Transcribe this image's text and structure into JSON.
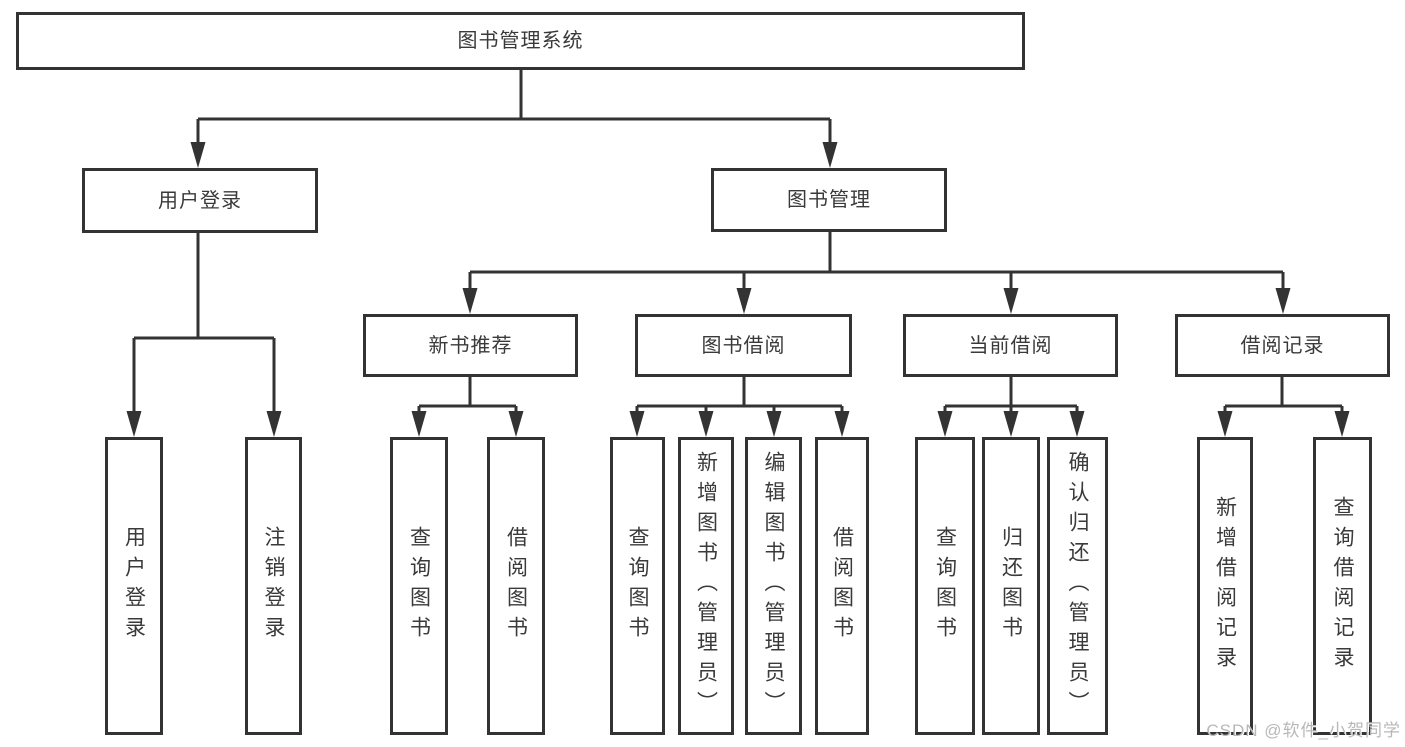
{
  "diagram": {
    "root": {
      "label": "图书管理系统"
    },
    "branches": [
      {
        "label": "用户登录",
        "leaves": [
          "用户登录",
          "注销登录"
        ]
      },
      {
        "label": "图书管理",
        "children": [
          {
            "label": "新书推荐",
            "leaves": [
              "查询图书",
              "借阅图书"
            ]
          },
          {
            "label": "图书借阅",
            "leaves": [
              "查询图书",
              "新增图书（管理员）",
              "编辑图书（管理员）",
              "借阅图书"
            ]
          },
          {
            "label": "当前借阅",
            "leaves": [
              "查询图书",
              "归还图书",
              "确认归还（管理员）"
            ]
          },
          {
            "label": "借阅记录",
            "leaves": [
              "新增借阅记录",
              "查询借阅记录"
            ]
          }
        ]
      }
    ]
  },
  "watermark": {
    "text": "CSDN @软件_小贺同学",
    "color": "#b8b8b8"
  },
  "colors": {
    "line": "#333333",
    "border": "#333333",
    "text": "#3a3a3a",
    "background": "#ffffff"
  }
}
